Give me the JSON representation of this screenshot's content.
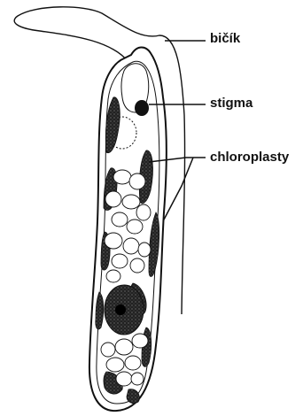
{
  "labels": {
    "flagellum": "bičík",
    "stigma": "stigma",
    "chloroplasts": "chloroplasty"
  },
  "colors": {
    "ink": "#111111",
    "background": "#ffffff"
  }
}
